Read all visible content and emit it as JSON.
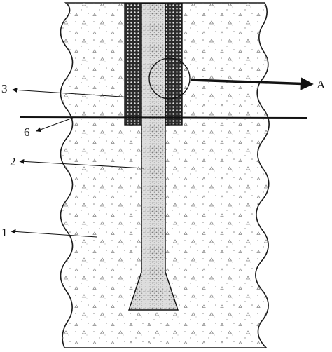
{
  "labels": {
    "soil": "1",
    "pile_shaft": "2",
    "casing": "3",
    "ground_line": "6",
    "detail_a": "A"
  },
  "colors": {
    "outline": "#1a1a1a",
    "soil_fill": "#ffffff",
    "speckle": "#8a8a8a",
    "casing_fill": "#2b2b2b",
    "shaft_fill": "#d9d9d9"
  }
}
